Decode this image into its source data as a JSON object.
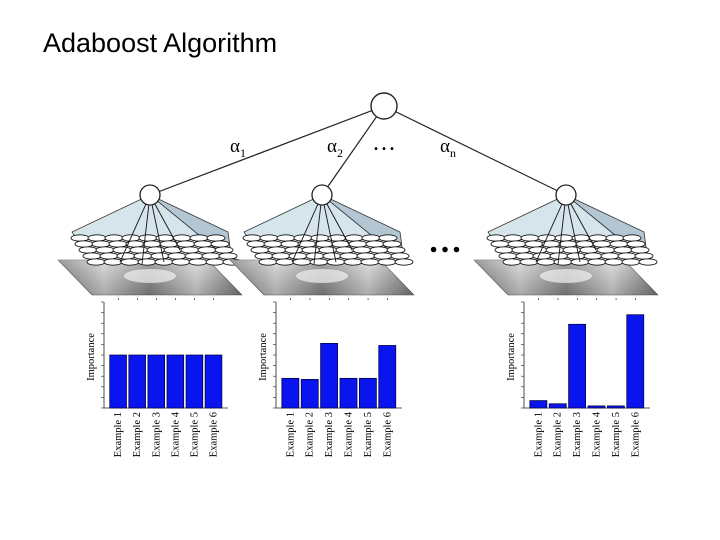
{
  "slide": {
    "title": "Adaboost Algorithm"
  },
  "diagram": {
    "weight_labels": [
      {
        "symbol": "α",
        "sub": "1"
      },
      {
        "symbol": "α",
        "sub": "2"
      },
      {
        "symbol": "α",
        "sub": "n"
      }
    ],
    "ellipsis": "…",
    "classifier_count_shown": 3
  },
  "colors": {
    "bar": "#0a14ee",
    "bar_stroke": "#000033",
    "pyramid_fill": "#c8dbe6",
    "line": "#222222"
  },
  "chart_data": [
    {
      "type": "bar",
      "ylabel": "Importance",
      "categories": [
        "Example 1",
        "Example 2",
        "Example 3",
        "Example 4",
        "Example 5",
        "Example 6"
      ],
      "values": [
        0.5,
        0.5,
        0.5,
        0.5,
        0.5,
        0.5
      ],
      "ylim": [
        0,
        1
      ]
    },
    {
      "type": "bar",
      "ylabel": "Importance",
      "categories": [
        "Example 1",
        "Example 2",
        "Example 3",
        "Example 4",
        "Example 5",
        "Example 6"
      ],
      "values": [
        0.28,
        0.27,
        0.61,
        0.28,
        0.28,
        0.59
      ],
      "ylim": [
        0,
        1
      ]
    },
    {
      "type": "bar",
      "ylabel": "Importance",
      "categories": [
        "Example 1",
        "Example 2",
        "Example 3",
        "Example 4",
        "Example 5",
        "Example 6"
      ],
      "values": [
        0.07,
        0.04,
        0.79,
        0.02,
        0.02,
        0.88
      ],
      "ylim": [
        0,
        1
      ]
    }
  ]
}
